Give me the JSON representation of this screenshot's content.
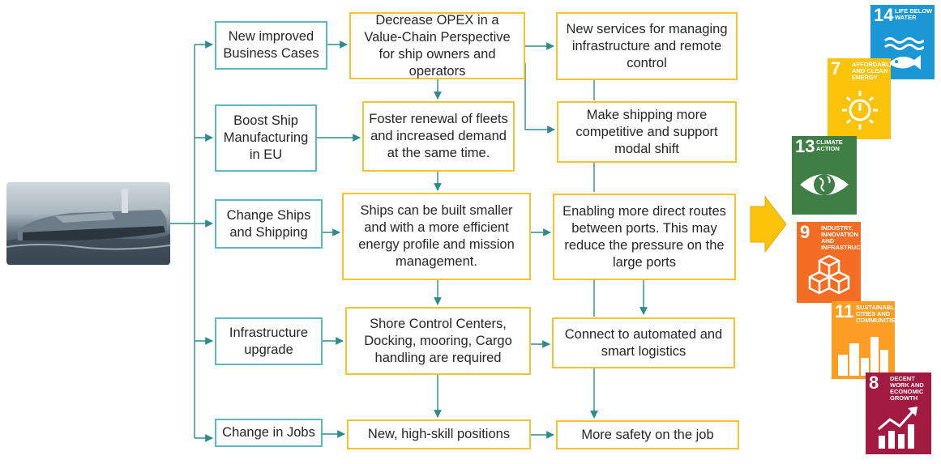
{
  "impact_categories": [
    {
      "id": "business",
      "label": "New improved Business Cases"
    },
    {
      "id": "manufacturing",
      "label": "Boost Ship Manufacturing in EU"
    },
    {
      "id": "ships",
      "label": "Change Ships and Shipping"
    },
    {
      "id": "infrastructure",
      "label": "Infrastructure upgrade"
    },
    {
      "id": "jobs",
      "label": "Change in Jobs"
    }
  ],
  "first_order_effects": [
    "Decrease OPEX in a Value-Chain Perspective for ship owners and operators",
    "Foster renewal of fleets and increased demand at the same time.",
    "Ships can be built smaller and with a more efficient energy profile and mission management.",
    "Shore Control Centers, Docking, mooring, Cargo handling are required",
    "New, high-skill positions"
  ],
  "second_order_effects": [
    "New services for managing infrastructure and remote control",
    "Make shipping more competitive and support modal shift",
    "Enabling more direct routes between ports. This may reduce the pressure on the large ports",
    "Connect to automated and smart logistics",
    "More safety on the job"
  ],
  "sdgs": [
    {
      "number": "14",
      "title": "LIFE BELOW WATER",
      "color": "#1a97d4",
      "icon": "fish-icon"
    },
    {
      "number": "7",
      "title": "AFFORDABLE AND CLEAN ENERGY",
      "color": "#fcc30b",
      "icon": "sun-power-icon"
    },
    {
      "number": "13",
      "title": "CLIMATE ACTION",
      "color": "#3f7e44",
      "icon": "earth-eye-icon"
    },
    {
      "number": "9",
      "title": "INDUSTRY, INNOVATION AND INFRASTRUCTURE",
      "color": "#f36d25",
      "icon": "cubes-icon"
    },
    {
      "number": "11",
      "title": "SUSTAINABLE CITIES AND COMMUNITIES",
      "color": "#fd9d24",
      "icon": "city-icon"
    },
    {
      "number": "8",
      "title": "DECENT WORK AND ECONOMIC GROWTH",
      "color": "#a21942",
      "icon": "growth-chart-icon"
    }
  ],
  "colors": {
    "connector": "#2e8b8b",
    "teal_border": "#5fb7c1",
    "gold_border": "#f3c42e",
    "big_arrow": "#fcc30b"
  }
}
